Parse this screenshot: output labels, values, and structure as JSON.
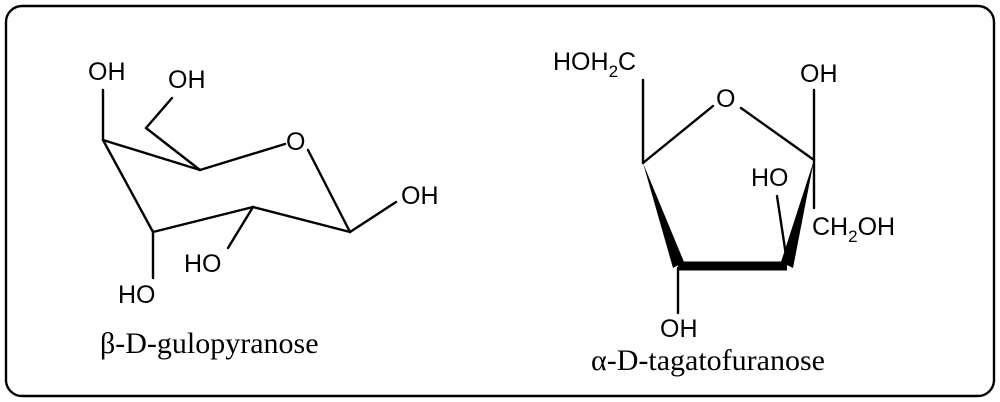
{
  "figure": {
    "molecules": [
      {
        "id": "gulopyranose",
        "name": "β-D-gulopyranose",
        "labels": {
          "oh_top": "OH",
          "ch2oh_oh": "OH",
          "ring_o": "O",
          "oh_right": "OH",
          "oh_mid": "HO",
          "oh_bottom": "HO"
        }
      },
      {
        "id": "tagatofuranose",
        "name": "α-D-tagatofuranose",
        "labels": {
          "hoh2c_main": "HOH",
          "hoh2c_sub": "2",
          "hoh2c_end": "C",
          "ring_o": "O",
          "oh_top_right": "OH",
          "ho_inner": "HO",
          "ch2oh_main": "CH",
          "ch2oh_sub": "2",
          "ch2oh_end": "OH",
          "oh_bottom": "OH"
        }
      }
    ]
  }
}
